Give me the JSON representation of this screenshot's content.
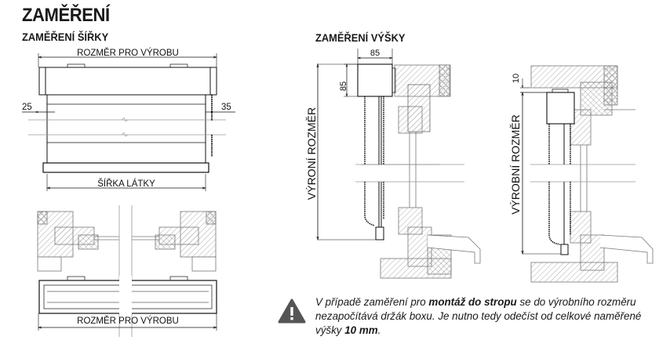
{
  "title": "ZAMĚŘENÍ",
  "width_section": {
    "heading": "ZAMĚŘENÍ ŠÍŘKY",
    "top_dimension_label": "ROZMĚR PRO VÝROBU",
    "left_offset": "25",
    "right_offset": "35",
    "fabric_width_label": "ŠÍŘKA LÁTKY",
    "bottom_dimension_label": "ROZMĚR PRO VÝROBU"
  },
  "height_section": {
    "heading": "ZAMĚŘENÍ VÝŠKY",
    "box_width": "85",
    "box_height": "85",
    "left_dimension_label": "VÝRONÍ ROZMĚR",
    "ceiling_offset": "10",
    "right_dimension_label": "VÝROBNÍ ROZMĚR"
  },
  "warning": {
    "icon": "warning-triangle-icon",
    "text_1": "V případě zaměření pro ",
    "bold_1": "montáž do stropu",
    "text_2": " se do výrobního rozměru nezapočítává držák boxu. Je nutno tedy odečíst od celkové naměřené výšky ",
    "bold_2": "10 mm",
    "text_3": "."
  }
}
